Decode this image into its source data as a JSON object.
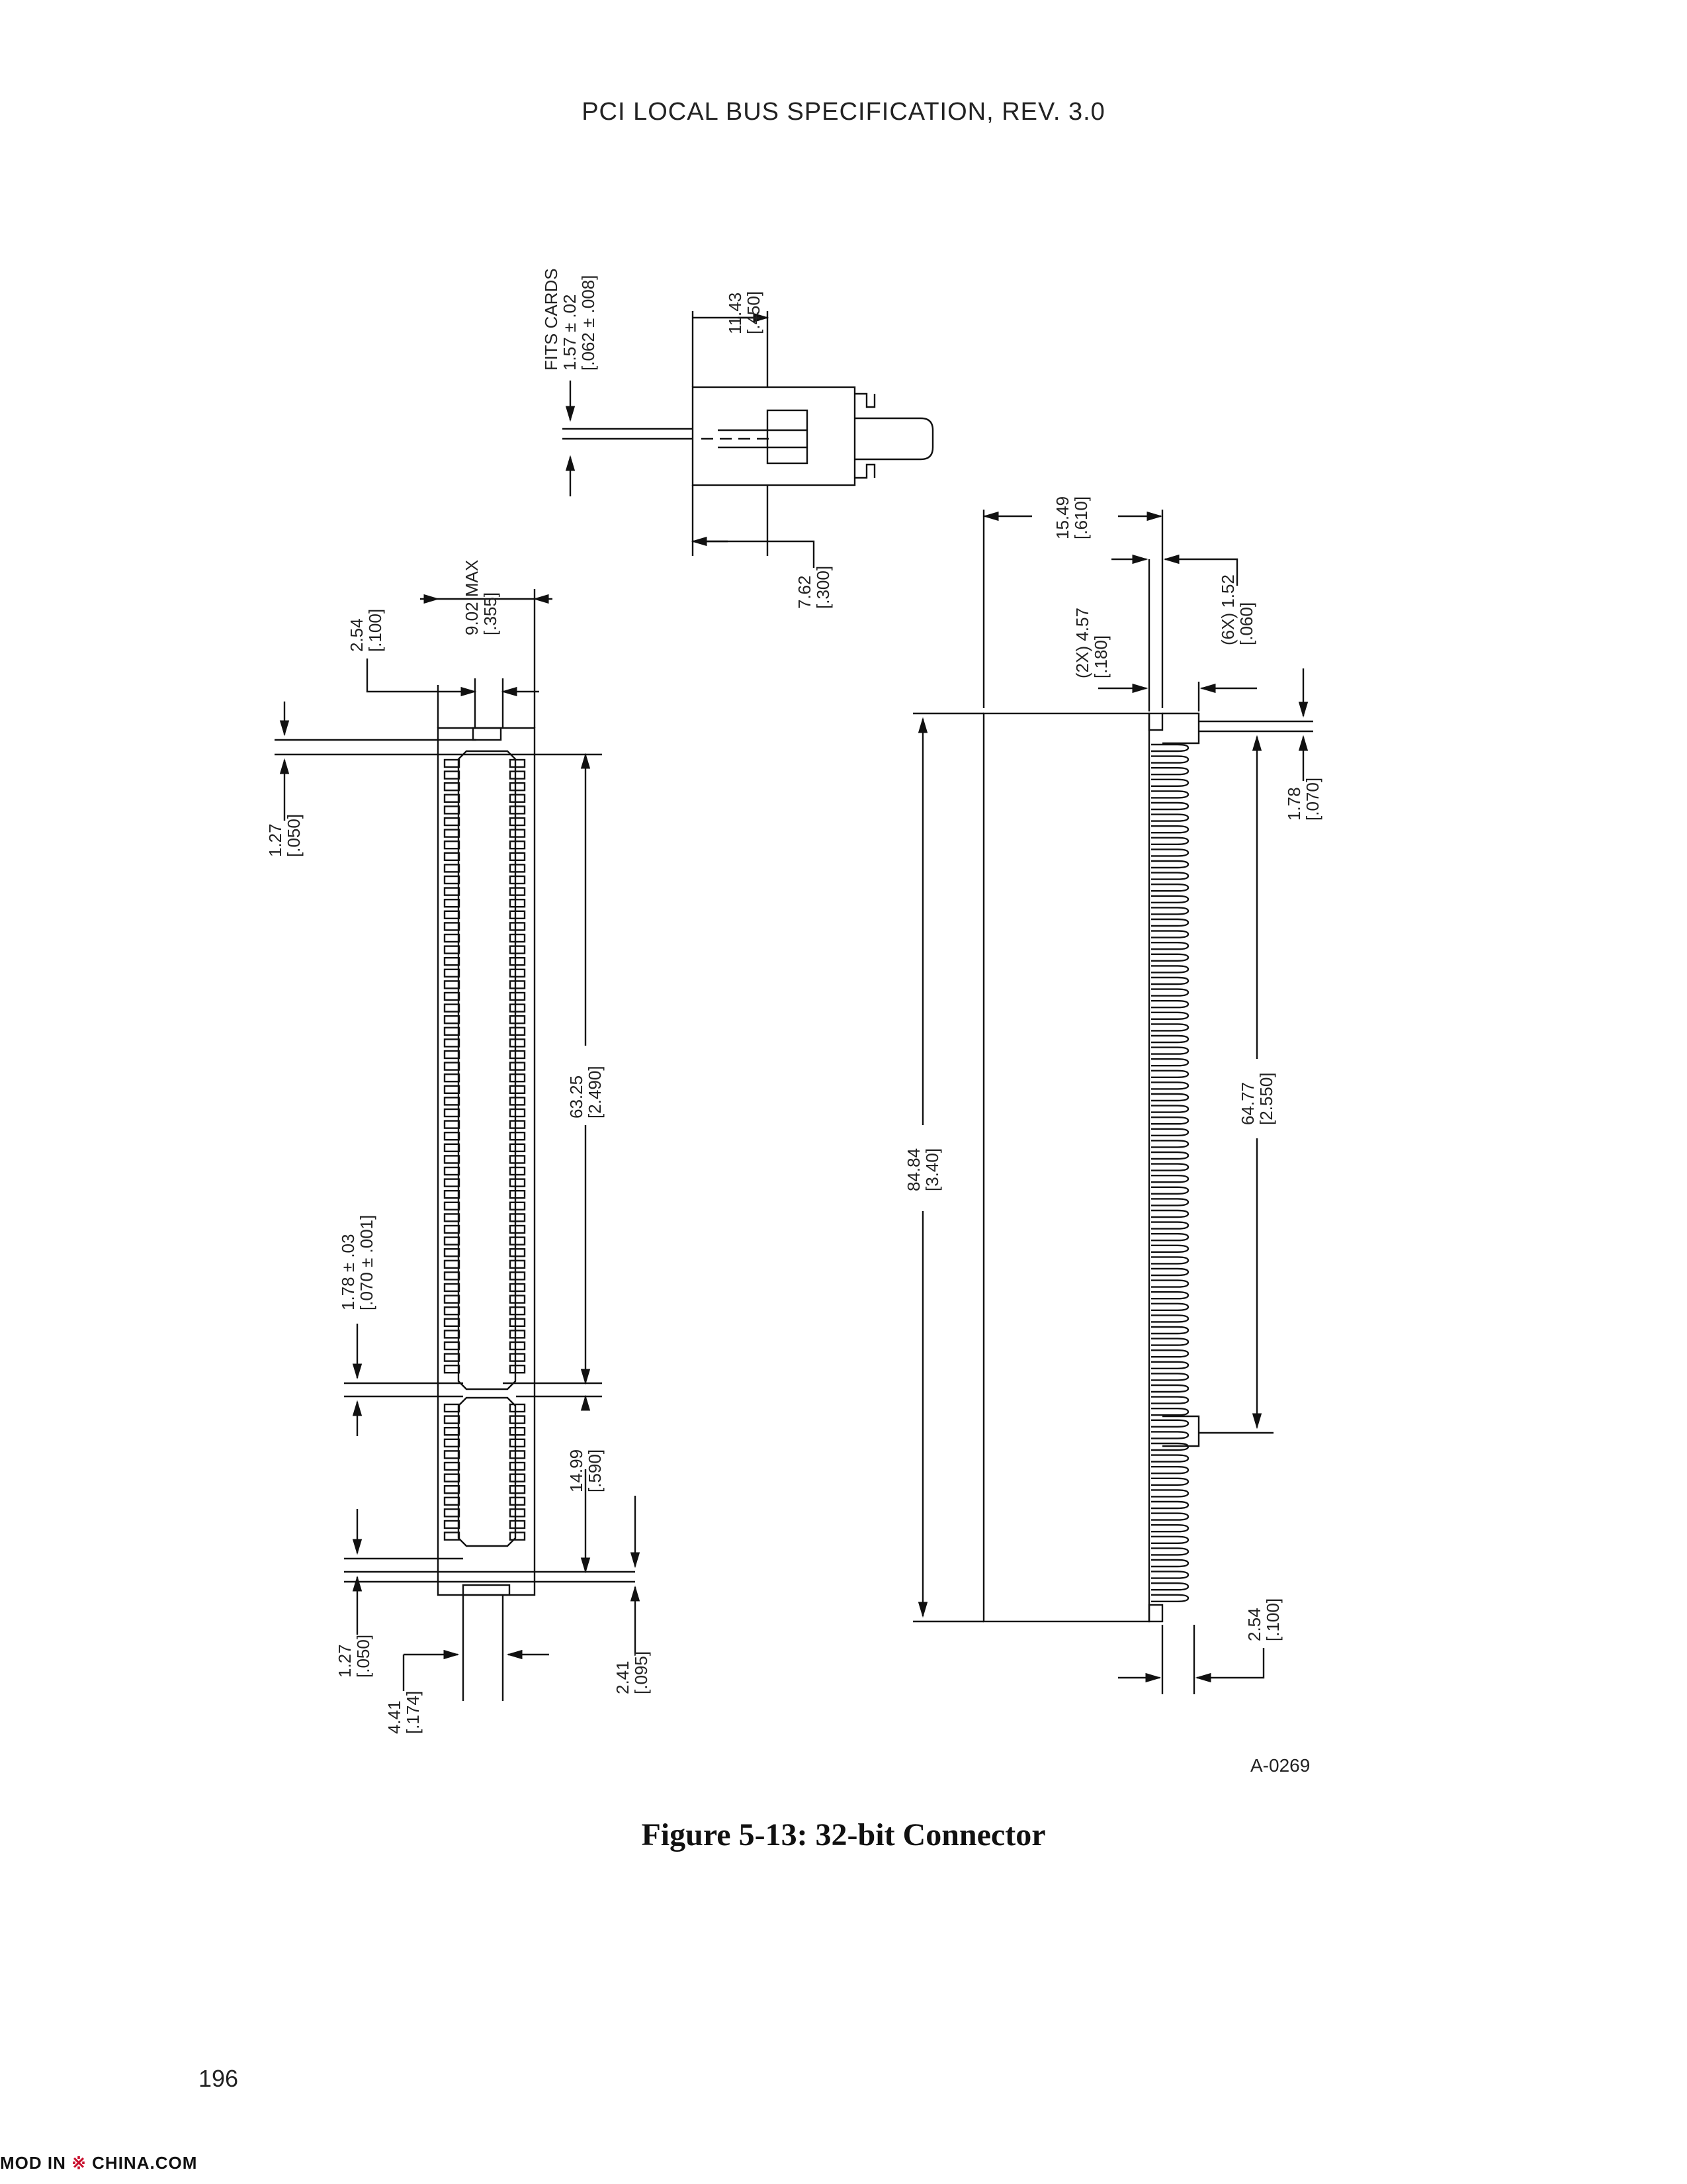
{
  "header": {
    "running_title": "PCI LOCAL BUS SPECIFICATION, REV. 3.0"
  },
  "figure": {
    "caption": "Figure 5-13:  32-bit Connector",
    "id": "A-0269",
    "dimensions": {
      "fits_cards": [
        "FITS CARDS",
        "1.57 ± .02",
        "[.062 ± .008]"
      ],
      "d_11_43": [
        "11.43",
        "[.450]"
      ],
      "d_7_62": [
        "7.62",
        "[.300]"
      ],
      "d_9_02": [
        "9.02 MAX",
        "[.355]"
      ],
      "d_2_54_top": [
        "2.54",
        "[.100]"
      ],
      "d_1_27_top": [
        "1.27",
        "[.050]"
      ],
      "d_63_25": [
        "63.25",
        "[2.490]"
      ],
      "d_1_78_pitch": [
        "1.78 ± .03",
        "[.070 ± .001]"
      ],
      "d_14_99": [
        "14.99",
        "[.590]"
      ],
      "d_1_27_bot": [
        "1.27",
        "[.050]"
      ],
      "d_4_41": [
        "4.41",
        "[.174]"
      ],
      "d_2_41": [
        "2.41",
        "[.095]"
      ],
      "d_15_49": [
        "15.49",
        "[.610]"
      ],
      "d_2x_4_57": [
        "(2X) 4.57",
        "[.180]"
      ],
      "d_6x_1_52": [
        "(6X) 1.52",
        "[.060]"
      ],
      "d_1_78_right": [
        "1.78",
        "[.070]"
      ],
      "d_84_84": [
        "84.84",
        "[3.40]"
      ],
      "d_64_77": [
        "64.77",
        "[2.550]"
      ],
      "d_2_54_bot": [
        "2.54",
        "[.100]"
      ]
    }
  },
  "footer": {
    "page_number": "196"
  },
  "watermark": {
    "left": "MOD IN",
    "logo": "※",
    "right": "CHINA.COM"
  }
}
